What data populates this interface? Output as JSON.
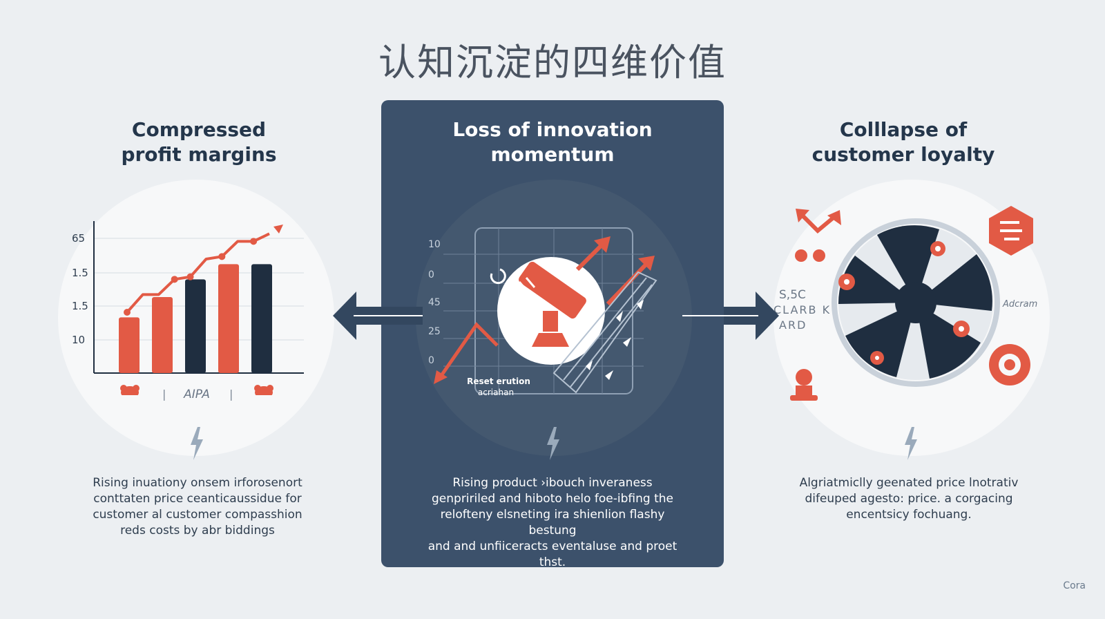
{
  "title": "认知沉淀的四维价值",
  "columns": [
    {
      "title_lines": [
        "Compressed",
        "profit margins"
      ],
      "desc_lines": [
        "Rising inuationy onsem irforosenort",
        "conttaten price ceanticaussidue for",
        "customer al customer compasshion",
        "reds costs by abr biddings"
      ]
    },
    {
      "title_lines": [
        "Loss of innovation",
        "momentum"
      ],
      "desc_lines": [
        "Rising product ›ibouch inveraness",
        "genpririled and hiboto helo foe-ibfing the",
        "relofteny elsneting ira shienlion flashy bestung",
        "and and unfiiceracts eventaluse and proet",
        "thst."
      ]
    },
    {
      "title_lines": [
        "Colllapse of",
        "customer loyalty"
      ],
      "desc_lines": [
        "Algriatmiclly geenated price lnotrativ",
        "difeuped agesto: price. a corgacing",
        "encentsicy fochuang."
      ]
    }
  ],
  "chart_data": {
    "type": "bar",
    "tick_labels": [
      "65",
      "1.5",
      "1.5",
      "10"
    ],
    "values": [
      22,
      30,
      37,
      43,
      43
    ],
    "colors": [
      "#e25a45",
      "#e25a45",
      "#1f2e40",
      "#e25a45",
      "#1f2e40"
    ],
    "trend": [
      24,
      31,
      31,
      37,
      38,
      45,
      46,
      52,
      52,
      55
    ],
    "ylim": [
      0,
      60
    ],
    "xlabel": "AIPA"
  },
  "center_icon": {
    "y_ticks": [
      "10",
      "0",
      "45",
      "25",
      "0"
    ],
    "caption_lines": [
      "Reset erution",
      "acriahan"
    ]
  },
  "right_icon": {
    "labels": [
      "S,5C",
      "CLARB K",
      "ARD"
    ],
    "side_label": "Adcram"
  },
  "watermark": "Cora",
  "colors": {
    "accent": "#e25a45",
    "navy": "#1f2e40",
    "panel": "#3c516b",
    "bg": "#eceff2"
  },
  "icons": [
    "lightning-icon",
    "arrow-left-icon",
    "arrow-right-icon",
    "telescope-icon",
    "puzzle-wheel-icon",
    "gear-icon",
    "hexagon-badge-icon",
    "person-icon",
    "handshake-icon"
  ]
}
